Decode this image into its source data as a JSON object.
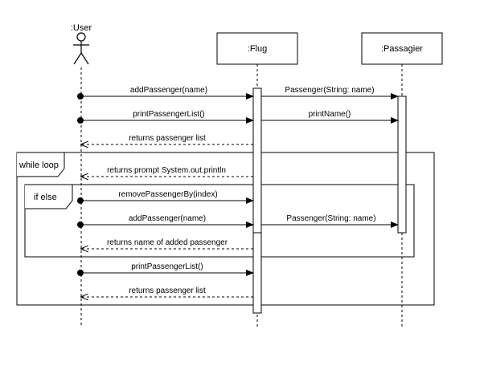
{
  "lifelines": {
    "user": ":User",
    "flug": ":Flug",
    "passagier": ":Passagier"
  },
  "fragments": {
    "while_loop": "while loop",
    "if_else": "if else"
  },
  "messages": [
    {
      "label": "addPassenger(name)",
      "from": "User",
      "to": "Flug",
      "kind": "call"
    },
    {
      "label": "Passenger(String: name)",
      "from": "Flug",
      "to": "Passagier",
      "kind": "call"
    },
    {
      "label": "printPassengerList()",
      "from": "User",
      "to": "Flug",
      "kind": "call"
    },
    {
      "label": "printName()",
      "from": "Flug",
      "to": "Passagier",
      "kind": "call"
    },
    {
      "label": "returns passenger list",
      "from": "Flug",
      "to": "User",
      "kind": "return"
    },
    {
      "label": "returns prompt System.out.println",
      "from": "Flug",
      "to": "User",
      "kind": "return"
    },
    {
      "label": "removePassengerBy(index)",
      "from": "User",
      "to": "Flug",
      "kind": "call"
    },
    {
      "label": "addPassenger(name)",
      "from": "User",
      "to": "Flug",
      "kind": "call"
    },
    {
      "label": "Passenger(String: name)",
      "from": "Flug",
      "to": "Passagier",
      "kind": "call"
    },
    {
      "label": "returns name of added passenger",
      "from": "Flug",
      "to": "User",
      "kind": "return"
    },
    {
      "label": "printPassengerList()",
      "from": "User",
      "to": "Flug",
      "kind": "call"
    },
    {
      "label": "returns passenger list",
      "from": "Flug",
      "to": "User",
      "kind": "return"
    }
  ]
}
